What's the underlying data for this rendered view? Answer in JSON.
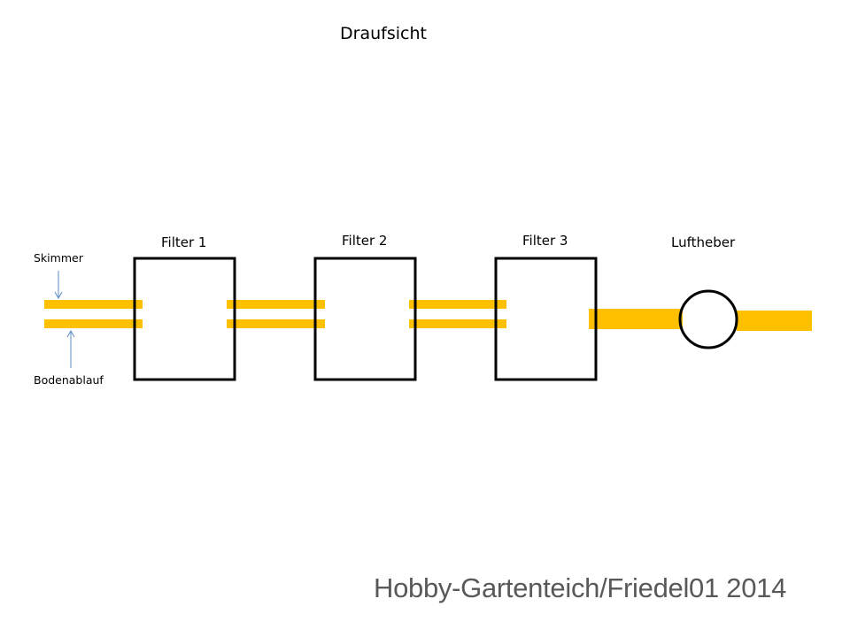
{
  "diagram": {
    "title": "Draufsicht",
    "filters": [
      {
        "label": "Filter 1"
      },
      {
        "label": "Filter 2"
      },
      {
        "label": "Filter 3"
      }
    ],
    "pump": {
      "label": "Luftheber"
    },
    "inlets": {
      "top_label": "Skimmer",
      "bottom_label": "Bodenablauf"
    },
    "watermark": "Hobby-Gartenteich/Friedel01 2014"
  },
  "colors": {
    "pipe": "#FFC000",
    "outline": "#000000",
    "arrow": "#5B8CC8",
    "watermark": "#595959"
  }
}
